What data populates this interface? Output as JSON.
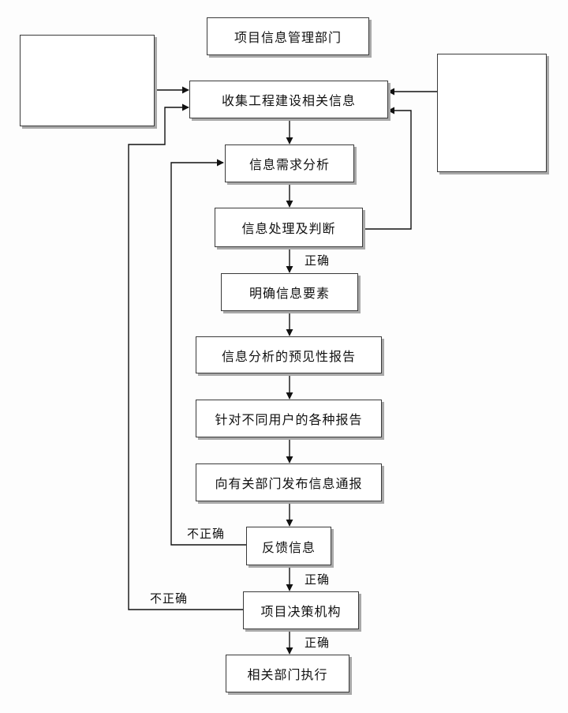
{
  "nodes": {
    "dept": "项目信息管理部门",
    "collect": "收集工程建设相关信息",
    "demand": "信息需求分析",
    "process": "信息处理及判断",
    "elements": "明确信息要素",
    "forecast": "信息分析的预见性报告",
    "reports": "针对不同用户的各种报告",
    "publish": "向有关部门发布信息通报",
    "feedback": "反馈信息",
    "decision": "项目决策机构",
    "execute": "相关部门执行"
  },
  "labels": {
    "correct_1": "正确",
    "incorrect_1": "不正确",
    "correct_2": "正确",
    "incorrect_2": "不正确",
    "correct_3": "正确"
  }
}
